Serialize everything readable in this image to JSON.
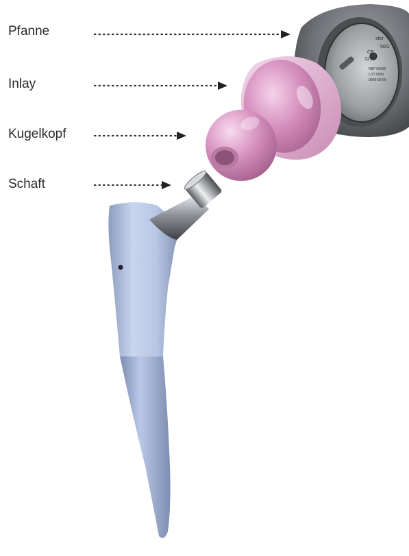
{
  "labels": {
    "pfanne": "Pfanne",
    "inlay": "Inlay",
    "kugelkopf": "Kugelkopf",
    "schaft": "Schaft"
  },
  "cup_engraving": {
    "line1": "ster",
    "line2": "50/2",
    "line3": "CE",
    "line4": "1250",
    "line5": "REF 00000",
    "line6": "LOT 0000",
    "line7": "0000-00-00"
  },
  "colors": {
    "label_text": "#2b2b2b",
    "leader_dots": "#333333",
    "inlay_pink": "#d98fc0",
    "ball_pink": "#d98fc0",
    "cup_metal": "#6f7175",
    "stem_blue": "#b8c8e6"
  }
}
